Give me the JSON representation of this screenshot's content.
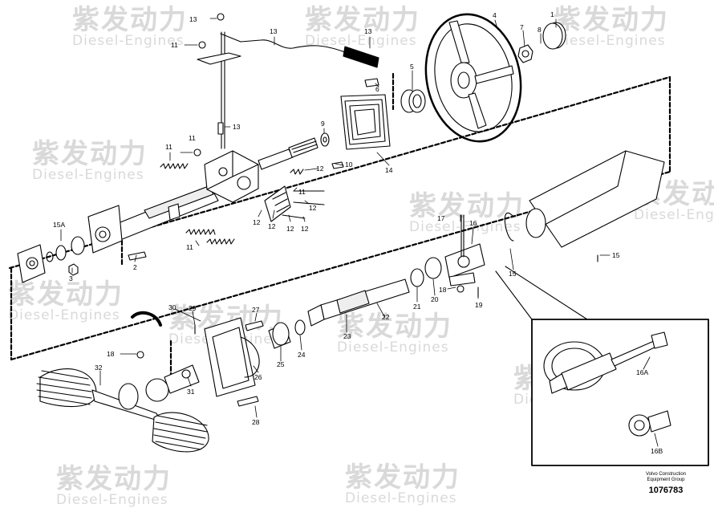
{
  "watermark": {
    "cn": "紫发动力",
    "en": "Diesel-Engines"
  },
  "credit": {
    "line1": "Volvo Construction",
    "line2": "Equipment Group",
    "number": "1076783"
  },
  "labels": {
    "p1": "1",
    "p2": "2",
    "p3": "3",
    "p4": "4",
    "p5": "5",
    "p6": "6",
    "p7": "7",
    "p8": "8",
    "p9": "9",
    "p10": "10",
    "p11": "11",
    "p12": "12",
    "p13": "13",
    "p14": "14",
    "p15": "15",
    "p15a": "15A",
    "p16": "16",
    "p16a": "16A",
    "p16b": "16B",
    "p17": "17",
    "p18": "18",
    "p19": "19",
    "p20": "20",
    "p21": "21",
    "p22": "22",
    "p23": "23",
    "p24": "24",
    "p25": "25",
    "p26": "26",
    "p27": "27",
    "p28": "28",
    "p29": "29",
    "p30": "30",
    "p31": "31",
    "p32": "32"
  }
}
